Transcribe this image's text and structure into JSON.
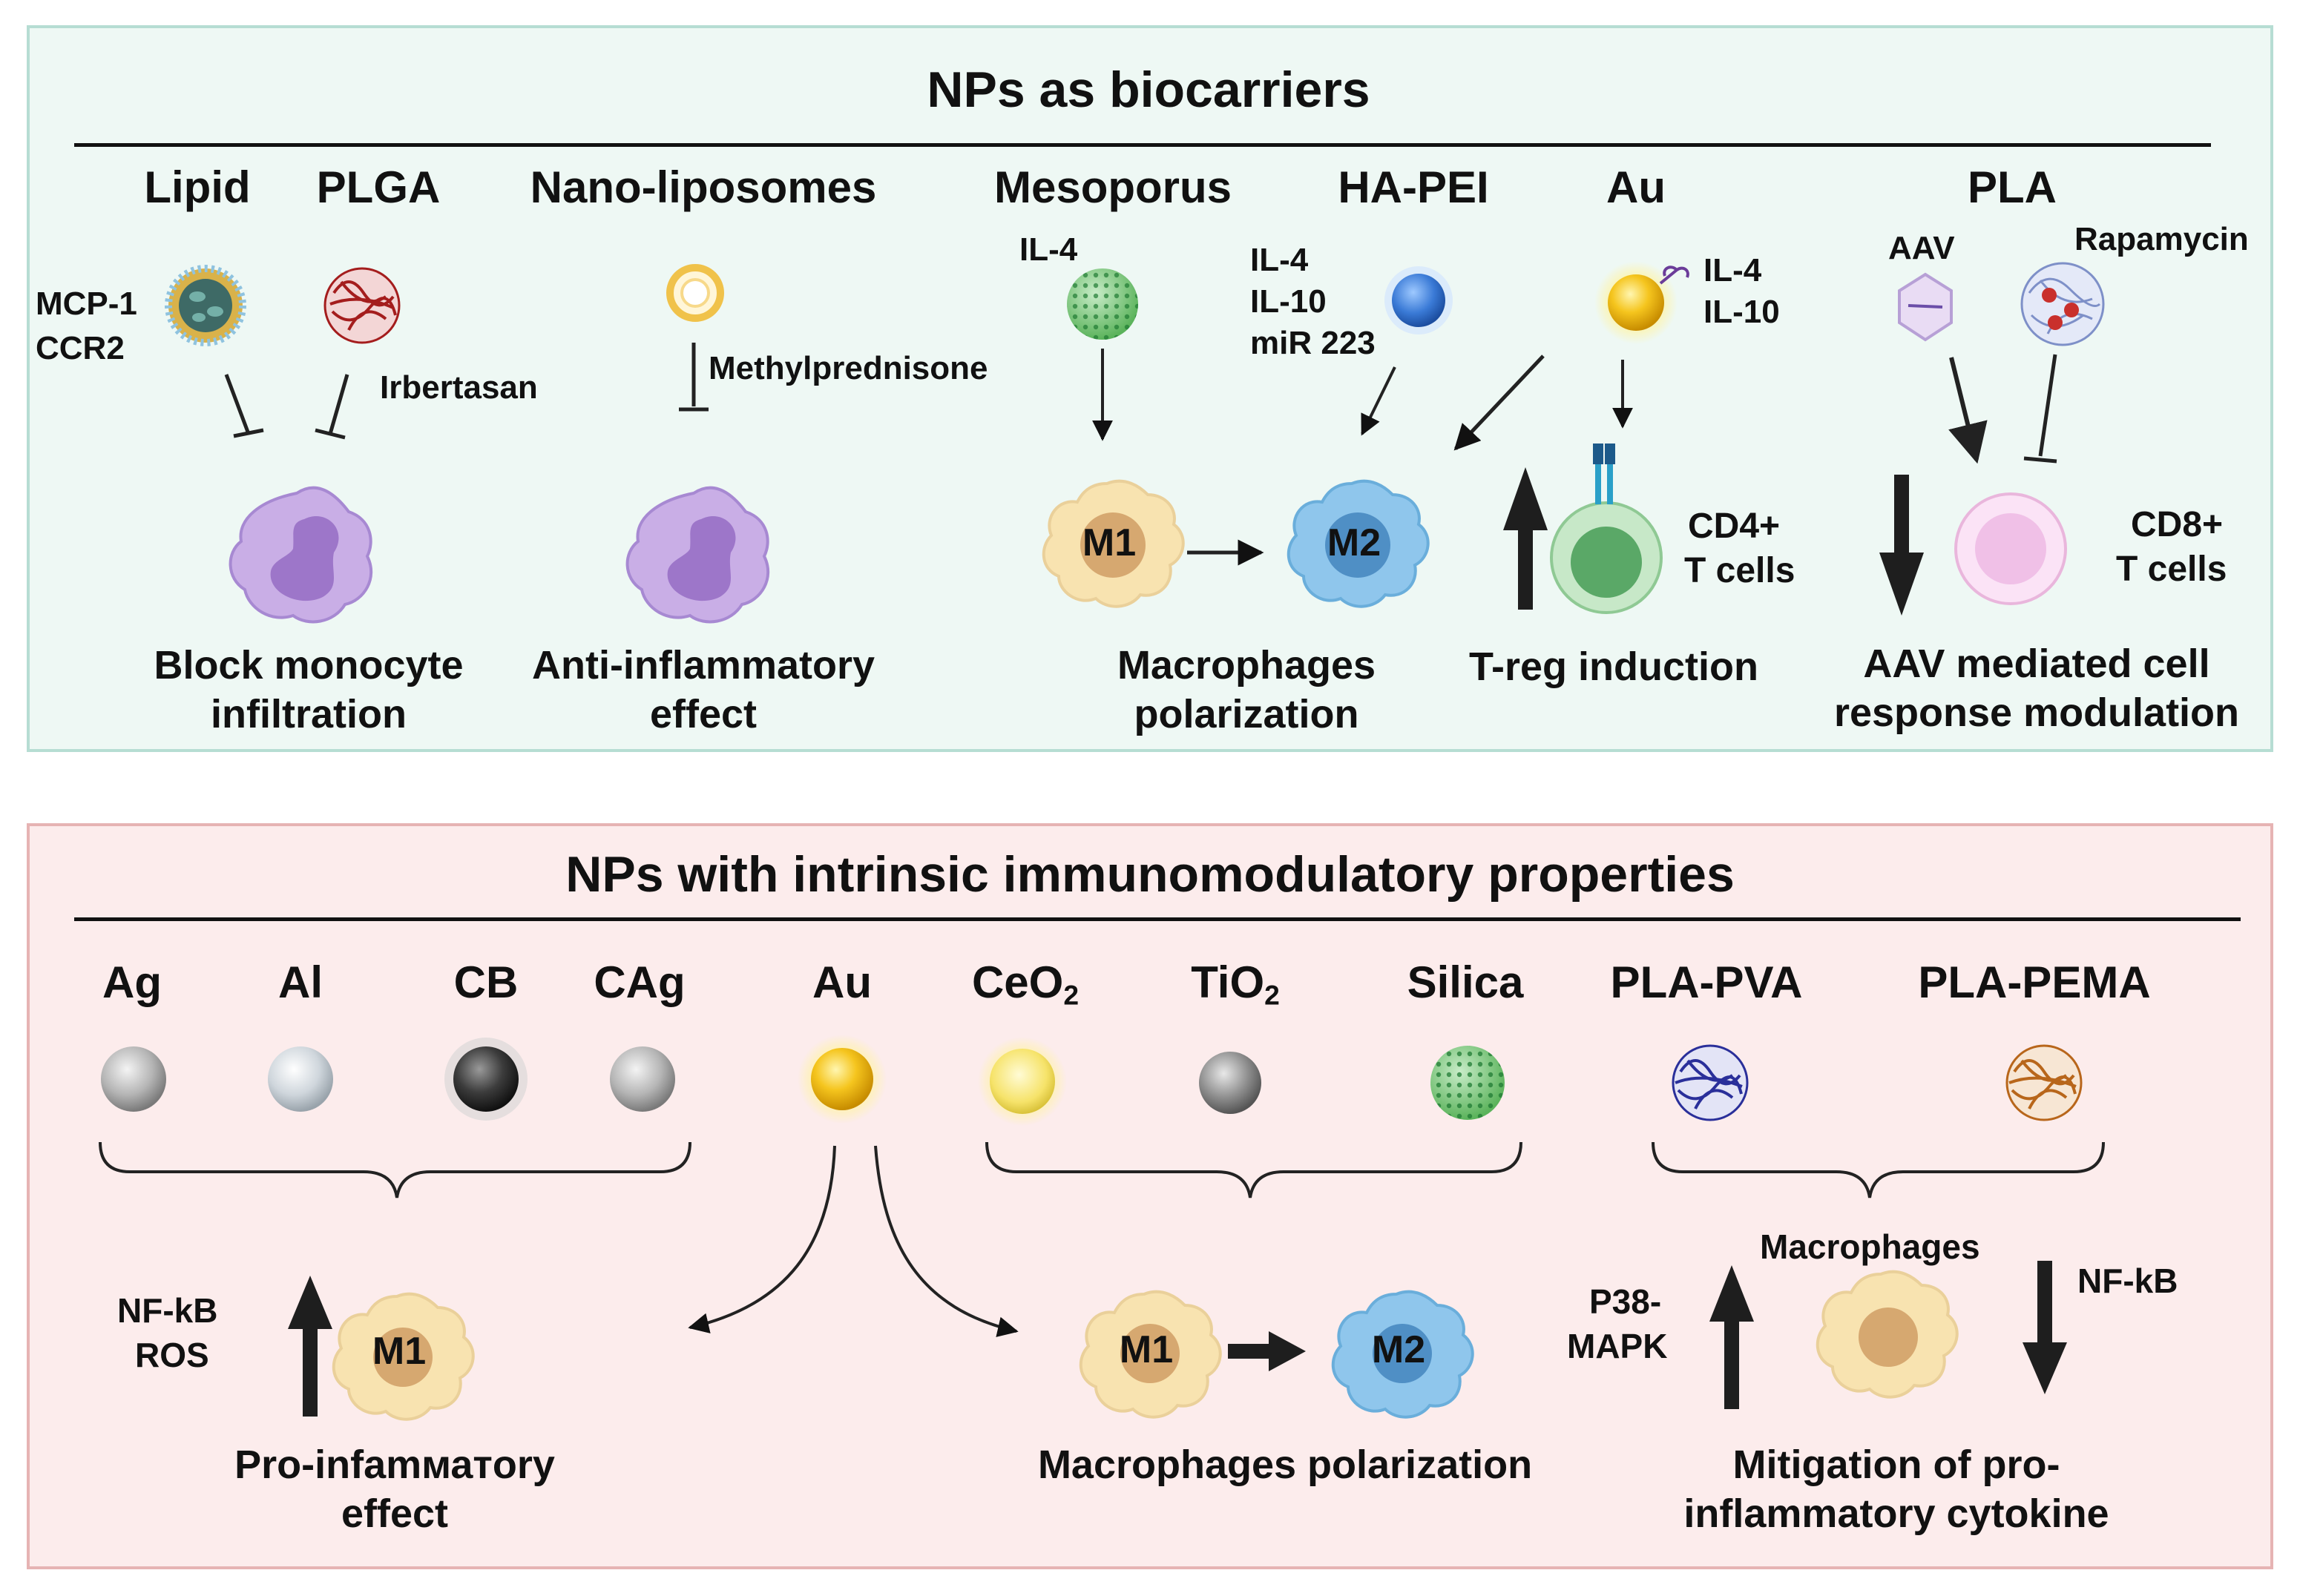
{
  "top_panel": {
    "title": "NPs as biocarriers",
    "carriers": {
      "lipid": "Lipid",
      "plga": "PLGA",
      "nano_liposomes": "Nano-liposomes",
      "mesoporus": "Mesoporus",
      "ha_pei": "HA-PEI",
      "au": "Au",
      "pla": "PLA"
    },
    "labels": {
      "mcp1": "MCP-1",
      "ccr2": "CCR2",
      "irbertasan": "Irbertasan",
      "methylprednisone": "Methylprednisone",
      "il4_mesoporus": "IL-4",
      "hapei_il4": "IL-4",
      "hapei_il10": "IL-10",
      "hapei_mir": "miR 223",
      "au_il4": "IL-4",
      "au_il10": "IL-10",
      "aav": "AAV",
      "rapamycin": "Rapamycin",
      "m1": "M1",
      "m2": "M2",
      "cd4_line1": "CD4+",
      "cd4_line2": "T cells",
      "cd8_line1": "CD8+",
      "cd8_line2": "T cells"
    },
    "captions": {
      "block_1": "Block monocyte",
      "block_2": "infiltration",
      "anti_1": "Anti-inflammatory",
      "anti_2": "effect",
      "macro_1": "Macrophages",
      "macro_2": "polarization",
      "treg": "T-reg induction",
      "aav_1": "AAV mediated cell",
      "aav_2": "response modulation"
    }
  },
  "bottom_panel": {
    "title": "NPs with intrinsic immunomodulatory properties",
    "materials": {
      "ag": "Ag",
      "al": "Al",
      "cb": "CB",
      "cag": "CAg",
      "au": "Au",
      "ceo2_base": "CeO",
      "ceo2_sub": "2",
      "tio2_base": "TiO",
      "tio2_sub": "2",
      "silica": "Silica",
      "pla_pva": "PLA-PVA",
      "pla_pema": "PLA-PEMA"
    },
    "labels": {
      "nfkb_left": "NF-kB",
      "ros": "ROS",
      "m1_left": "M1",
      "m1_mid": "M1",
      "m2_mid": "M2",
      "macrophages": "Macrophages",
      "p38_1": "P38-",
      "p38_2": "MAPK",
      "nfkb_right": "NF-kB"
    },
    "captions": {
      "pro_1": "Pro-infamматory",
      "pro_2": "effect",
      "macro_pol": "Macrophages polarization",
      "mit_1": "Mitigation of pro-",
      "mit_2": "inflammatory cytokine"
    }
  },
  "colors": {
    "top_bg": "#eef8f4",
    "top_border": "#b6ddd3",
    "bottom_bg": "#fcecec",
    "bottom_border": "#e6b3b3",
    "monocyte": "#c9aee6",
    "m1": "#f8e3b0",
    "m2": "#8fc6ec",
    "treg": "#a8dcaf",
    "cd8": "#f5c8ee",
    "gold": "#f2c21a"
  }
}
